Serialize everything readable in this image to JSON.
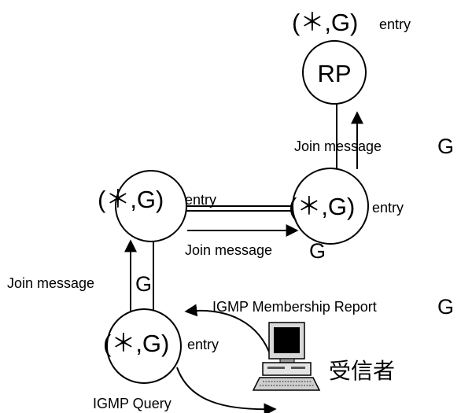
{
  "nodes": {
    "rp": {
      "label": "RP",
      "entry_tuple": "(＊,G)",
      "entry_word": "entry"
    },
    "right": {
      "entry_tuple": "(＊,G)",
      "entry_word": "entry"
    },
    "left": {
      "entry_tuple": "(＊,G)",
      "entry_word": "entry"
    },
    "bottom": {
      "entry_tuple": "(＊,G)",
      "entry_word": "entry"
    }
  },
  "messages": {
    "join_right_to_rp": {
      "text": "Join message",
      "group": "G"
    },
    "join_left_to_right": {
      "text": "Join message",
      "group": "G"
    },
    "join_bottom_to_left": {
      "text": "Join message",
      "group": "G"
    },
    "igmp_report": {
      "text": "IGMP Membership Report",
      "group": "G"
    },
    "igmp_query": {
      "text": "IGMP Query"
    }
  },
  "receiver": {
    "label": "受信者"
  }
}
